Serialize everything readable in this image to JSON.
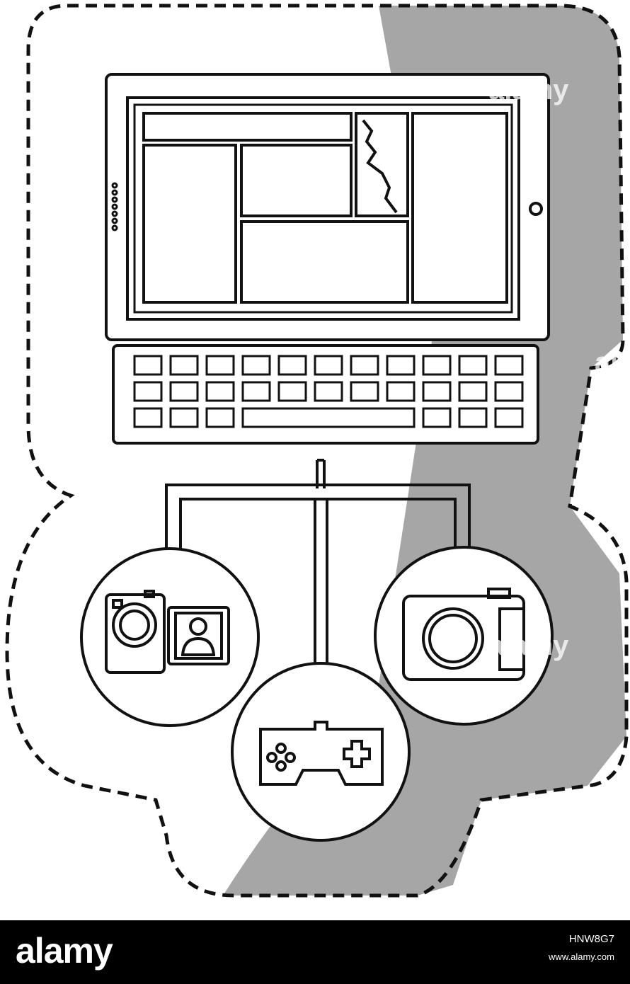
{
  "footer": {
    "brand": "alamy",
    "image_id": "HNW8G7",
    "url": "www.alamy.com"
  },
  "watermark": "alamy",
  "icons": {
    "laptop": "laptop-icon",
    "video_camera": "video-camera-icon",
    "photo_camera": "photo-camera-icon",
    "gamepad": "gamepad-icon"
  },
  "colors": {
    "shadow": "#a6a6a6",
    "line": "#111111",
    "footer_bg": "#000000"
  }
}
